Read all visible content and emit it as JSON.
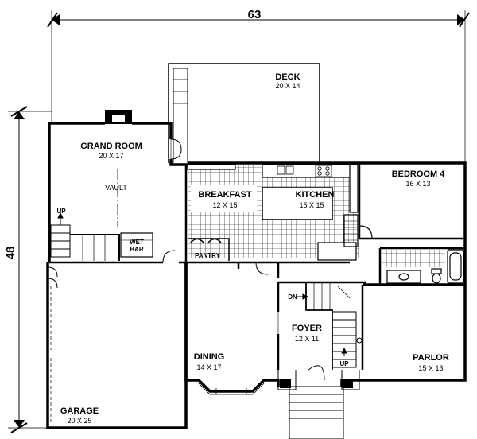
{
  "overall": {
    "width_label": "63",
    "depth_label": "48"
  },
  "rooms": {
    "deck": {
      "name": "DECK",
      "size": "20 X 14"
    },
    "grand_room": {
      "name": "GRAND ROOM",
      "size": "20 X 17",
      "note": "VAULT"
    },
    "breakfast": {
      "name": "BREAKFAST",
      "size": "12 X 15"
    },
    "kitchen": {
      "name": "KITCHEN",
      "size": "15 X 15"
    },
    "bedroom4": {
      "name": "BEDROOM 4",
      "size": "16 X 13"
    },
    "foyer": {
      "name": "FOYER",
      "size": "12 X 11"
    },
    "dining": {
      "name": "DINING",
      "size": "14 X 17"
    },
    "parlor": {
      "name": "PARLOR",
      "size": "15 X 13"
    },
    "garage": {
      "name": "GARAGE",
      "size": "20 X 25"
    }
  },
  "labels": {
    "pantry": "PANTRY",
    "wet_bar_line1": "WET",
    "wet_bar_line2": "BAR",
    "up_grand": "UP",
    "up_foyer": "UP",
    "down_foyer": "DN"
  },
  "colors": {
    "line": "#000000",
    "background": "#ffffff"
  }
}
